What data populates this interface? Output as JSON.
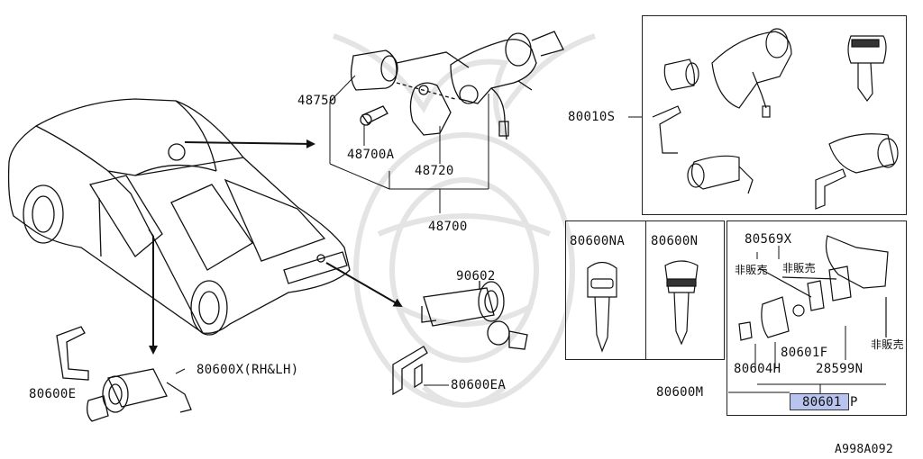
{
  "diagram": {
    "figure_code": "A998A092",
    "highlight_color": "#b8c4ee",
    "labels": {
      "p48750": "48750",
      "p48700A": "48700A",
      "p48720": "48720",
      "p48700": "48700",
      "p80010S": "80010S",
      "p90602": "90602",
      "p80600EA": "80600EA",
      "p80600E": "80600E",
      "p80600X": "80600X(RH&LH)",
      "p80600NA": "80600NA",
      "p80600N": "80600N",
      "p80569X": "80569X",
      "hanbai1": "非販売",
      "hanbai2": "非販売",
      "hanbai3": "非販売",
      "p80601F": "80601F",
      "p80604H": "80604H",
      "p28599N": "28599N",
      "p80600M": "80600M",
      "p80601": "80601",
      "p80601_suffix": "P"
    },
    "icons": [
      "car-icon",
      "ignition-lock-icon",
      "key-icon",
      "nissan-key-icon",
      "trunk-lock-cylinder-icon",
      "door-lock-cylinder-icon",
      "watermark-crest-icon"
    ]
  }
}
